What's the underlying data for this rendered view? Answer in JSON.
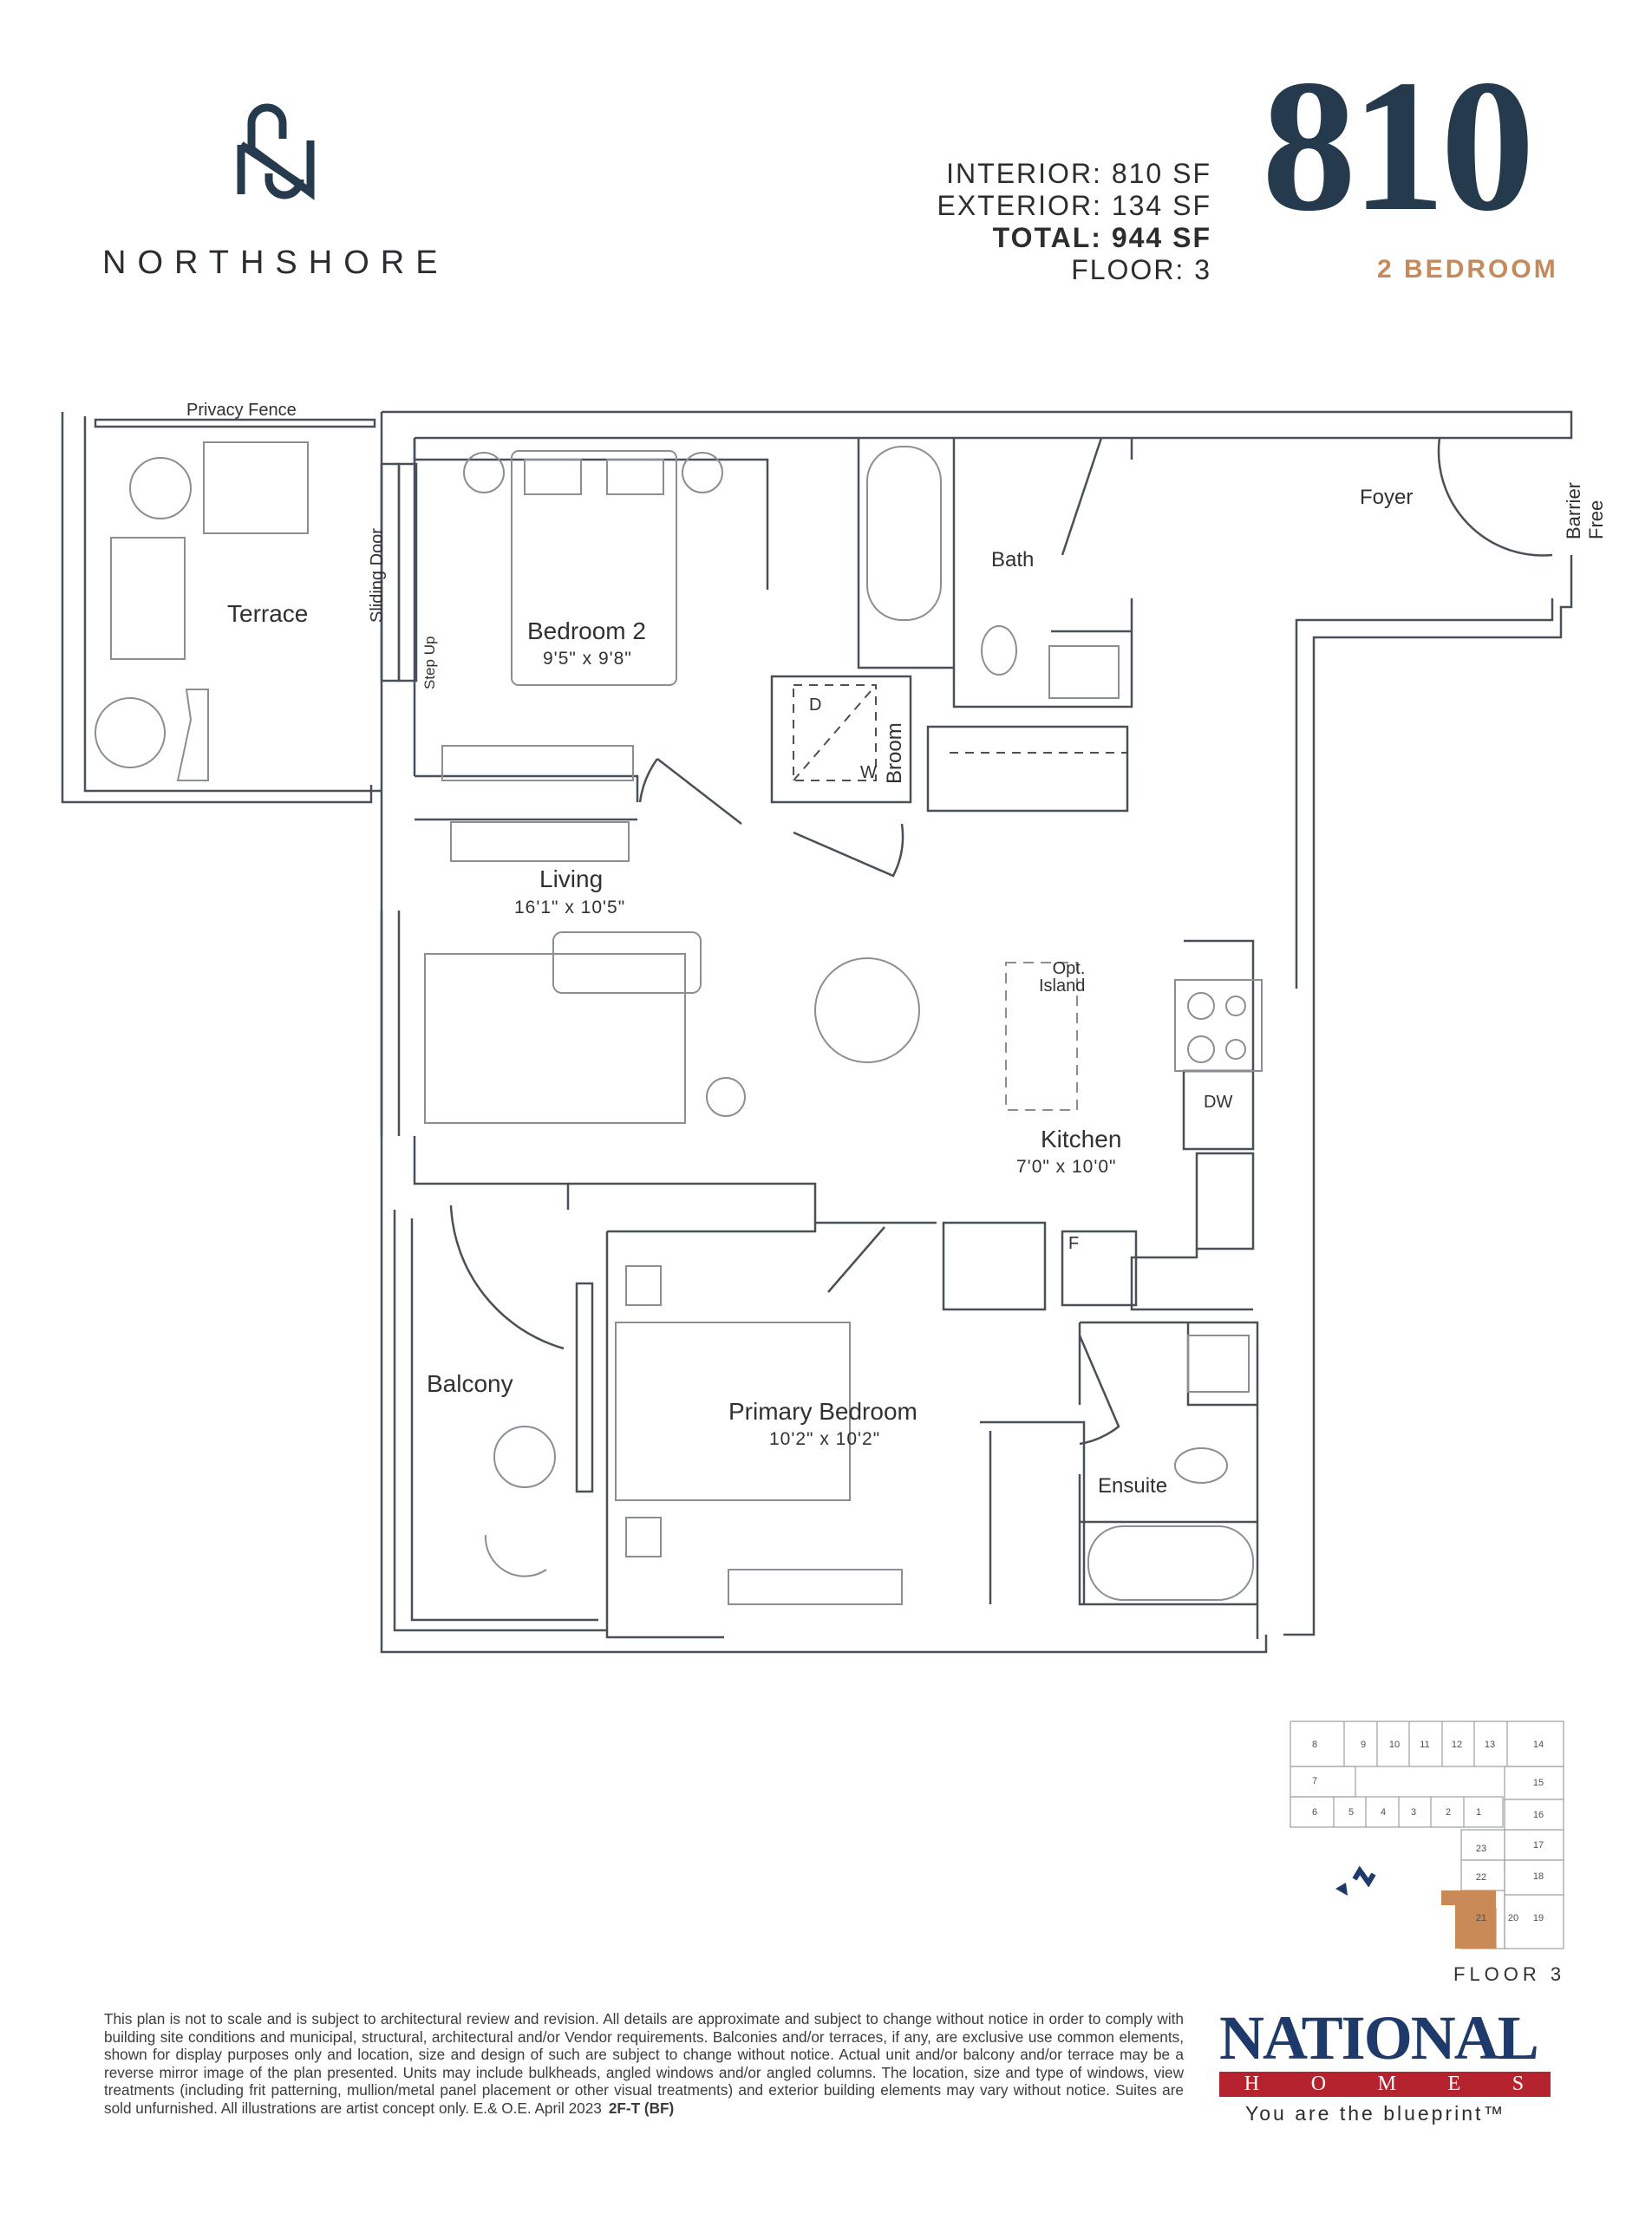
{
  "brand": {
    "name": "NORTHSHORE",
    "logo_icon": "ns-monogram-icon",
    "color": "#263a4e"
  },
  "unit": {
    "number": "810",
    "type": "2 BEDROOM",
    "type_color": "#c48a5e",
    "specs": {
      "interior": "INTERIOR: 810 SF",
      "exterior": "EXTERIOR: 134 SF",
      "total": "TOTAL: 944 SF",
      "floor": "FLOOR:  3"
    }
  },
  "rooms": {
    "terrace": {
      "label": "Terrace"
    },
    "privacy_fence": {
      "label": "Privacy Fence"
    },
    "sliding_door": {
      "label": "Sliding Door"
    },
    "step_up": {
      "label": "Step Up"
    },
    "bedroom2": {
      "label": "Bedroom 2",
      "dims": "9'5\" x 9'8\""
    },
    "bath": {
      "label": "Bath"
    },
    "foyer": {
      "label": "Foyer"
    },
    "barrier_free": {
      "line1": "Barrier",
      "line2": "Free"
    },
    "laundry": {
      "d": "D",
      "w": "W"
    },
    "broom": {
      "label": "Broom"
    },
    "living": {
      "label": "Living",
      "dims": "16'1\" x 10'5\""
    },
    "opt_island": {
      "line1": "Opt.",
      "line2": "Island"
    },
    "dishwasher": {
      "label": "DW"
    },
    "kitchen": {
      "label": "Kitchen",
      "dims": "7'0\" x 10'0\""
    },
    "fridge": {
      "label": "F"
    },
    "balcony": {
      "label": "Balcony"
    },
    "primary_bedroom": {
      "label": "Primary Bedroom",
      "dims": "10'2\" x 10'2\""
    },
    "ensuite": {
      "label": "Ensuite"
    }
  },
  "keyplan": {
    "floor_label": "FLOOR  3",
    "highlight_color": "#c98a57",
    "highlighted_unit": "21",
    "units": [
      "8",
      "9",
      "10",
      "11",
      "12",
      "13",
      "14",
      "7",
      "15",
      "6",
      "5",
      "4",
      "3",
      "2",
      "1",
      "16",
      "17",
      "23",
      "18",
      "22",
      "21",
      "20",
      "19"
    ],
    "north_icon": "north-arrow-icon"
  },
  "disclaimer": {
    "text": "This plan is not to scale and is subject to architectural review and revision. All details are approximate and subject to change without notice in order to comply with building site conditions and municipal, structural, architectural and/or Vendor requirements. Balconies and/or terraces, if any, are exclusive use common elements, shown for display purposes only and location, size and design of such are subject to change without notice. Actual unit and/or balcony and/or terrace may be a reverse mirror image of the plan presented. Units may include bulkheads, angled windows and/or angled columns. The location, size and type of windows, view treatments (including frit patterning, mullion/metal panel placement or other visual treatments) and exterior building elements may vary without notice. Suites are sold unfurnished. All illustrations are artist concept only. E.& O.E. April 2023",
    "plan_code": "2F-T (BF)"
  },
  "builder": {
    "name": "NATIONAL",
    "sub": [
      "H",
      "O",
      "M",
      "E",
      "S"
    ],
    "tagline": "You are the blueprint™",
    "name_color": "#1d3a6a",
    "bar_color": "#b5232f"
  }
}
